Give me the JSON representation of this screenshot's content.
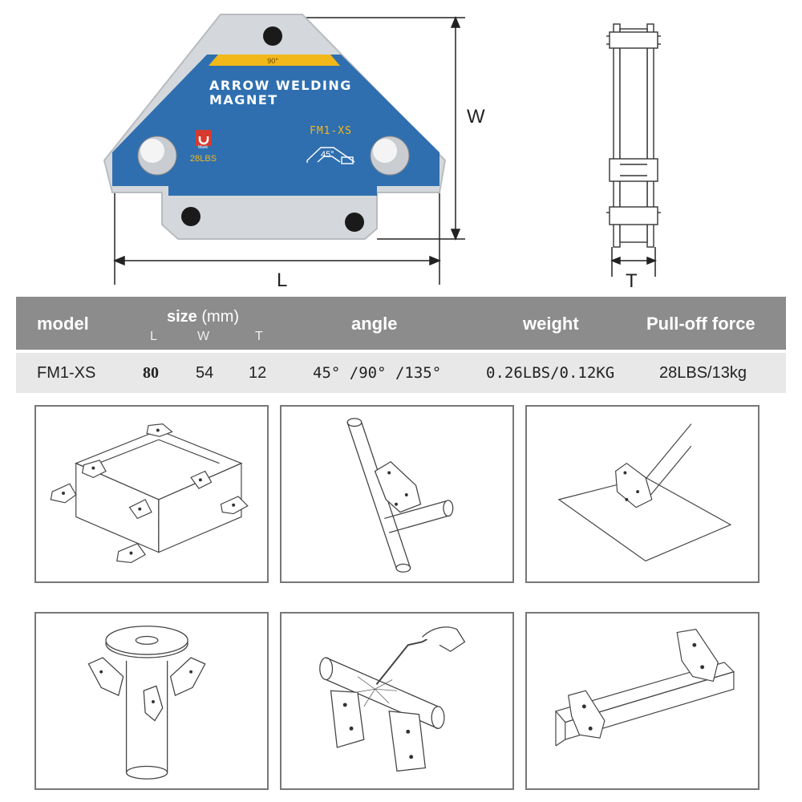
{
  "product": {
    "label_line1": "ARROW WELDING",
    "label_line2": "MAGNET",
    "angle_mark": "90°",
    "model": "FM1-XS",
    "small_angle": "45°",
    "logo_text": "Mask",
    "rating": "28LBS",
    "colors": {
      "body": "#2f6fb0",
      "metal": "#d7dbe0",
      "stripe": "#f2b719"
    }
  },
  "dimensions": {
    "width": "W",
    "length": "L",
    "thickness": "T"
  },
  "table": {
    "headers": {
      "model": "model",
      "size_bold": "size",
      "size_unit": "(mm)",
      "size_l": "L",
      "size_w": "W",
      "size_t": "T",
      "angle": "angle",
      "weight": "weight",
      "pull": "Pull-off force"
    },
    "row": {
      "model": "FM1-XS",
      "l": "80",
      "w": "54",
      "t": "12",
      "angle": "45°  /90°  /135°",
      "weight": "0.26LBS/0.12KG",
      "pull": "28LBS/13kg"
    },
    "colors": {
      "header_bg": "#8c8c8c",
      "row_bg": "#e8e8e8"
    }
  },
  "usage_panels": [
    {
      "id": "box-frame-corners"
    },
    {
      "id": "tube-angle-joint"
    },
    {
      "id": "sheet-perpendicular"
    },
    {
      "id": "flange-on-pipe"
    },
    {
      "id": "pipe-welding"
    },
    {
      "id": "angle-iron-frame"
    }
  ]
}
